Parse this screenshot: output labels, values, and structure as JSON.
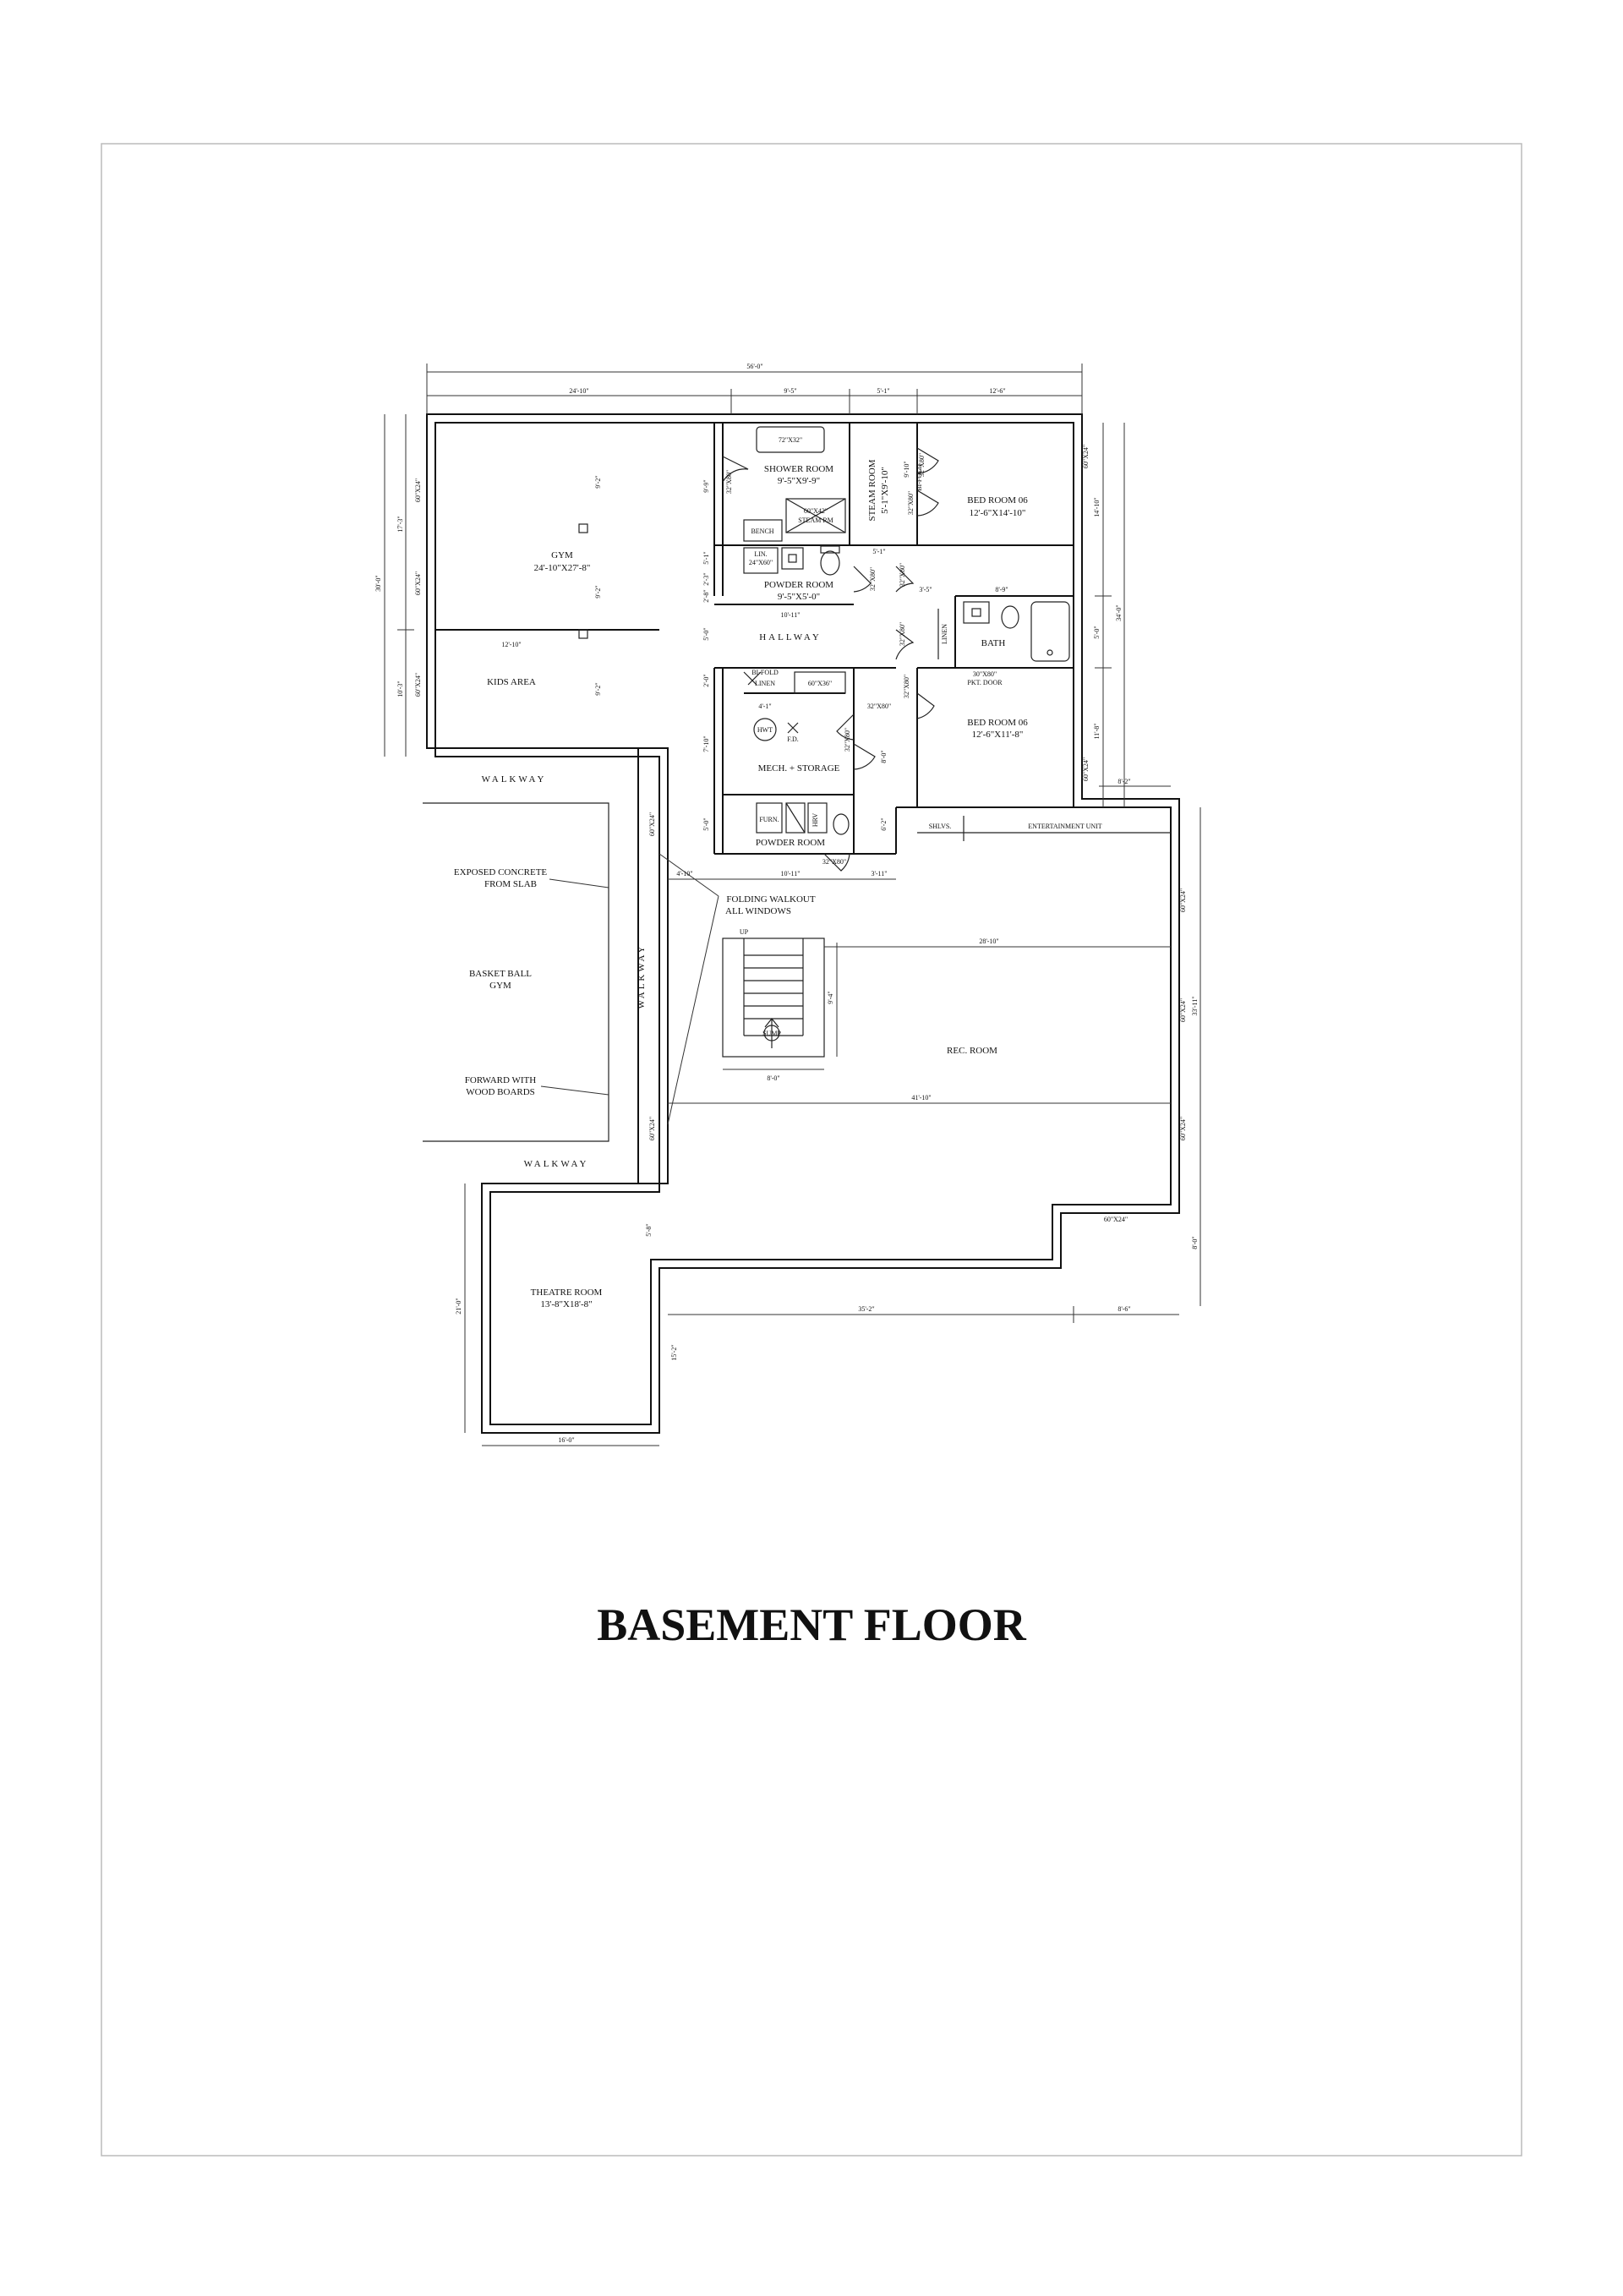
{
  "title": "BASEMENT FLOOR",
  "rooms": {
    "gym": {
      "name": "GYM",
      "size": "24'-10\"X27'-8\""
    },
    "kids_area": {
      "name": "KIDS AREA"
    },
    "shower_room": {
      "name": "SHOWER ROOM",
      "size": "9'-5\"X9'-9\""
    },
    "steam_room": {
      "name": "STEAM ROOM",
      "size": "5'-1\"X9'-10\""
    },
    "bed_room_top": {
      "name": "BED ROOM  06",
      "size": "12'-6\"X14'-10\""
    },
    "powder_room_top": {
      "name": "POWDER ROOM",
      "size": "9'-5\"X5'-0\""
    },
    "hallway": {
      "name": "HALLWAY"
    },
    "bath": {
      "name": "BATH"
    },
    "bed_room_bottom": {
      "name": "BED ROOM  06",
      "size": "12'-6\"X11'-8\""
    },
    "mech_storage": {
      "name": "MECH. + STORAGE"
    },
    "powder_room_bottom": {
      "name": "POWDER ROOM"
    },
    "rec_room": {
      "name": "REC. ROOM"
    },
    "theatre_room": {
      "name": "THEATRE ROOM",
      "size": "13'-8\"X18'-8\""
    },
    "basketball_gym": {
      "line1": "BASKET BALL",
      "line2": "GYM"
    }
  },
  "fixtures": {
    "shower_tub": "72\"X32\"",
    "steam_rm_line1": "60\"X42\"",
    "steam_rm_line2": "STEAM RM",
    "bench": "BENCH",
    "lin": "LIN.",
    "lin_size": "24\"X60\"",
    "bi_fold": "BI-FOLD",
    "linen": "LINEN",
    "linen_vertical": "LINEN",
    "cabinet": "60\"X36\"",
    "hwt": "HWT",
    "fd": "F.D.",
    "furn": "FURN.",
    "hrv": "HRV",
    "sump": "SUMP",
    "up": "UP",
    "shlvs": "SHLVS.",
    "entertainment_unit": "ENTERTAINMENT UNIT",
    "pkt_door_size": "30\"X80\"",
    "pkt_door": "PKT. DOOR"
  },
  "walkways": {
    "top": "WALKWAY",
    "side": "WALKWAY",
    "bottom": "WALKWAY"
  },
  "notes": {
    "exposed_line1": "EXPOSED CONCRETE",
    "exposed_line2": "FROM SLAB",
    "forward_line1": "FORWARD WITH",
    "forward_line2": "WOOD BOARDS",
    "folding_line1": "FOLDING WALKOUT",
    "folding_line2": "ALL WINDOWS"
  },
  "windows": {
    "w1": "60\"X24\"",
    "w2": "60\"X24\"",
    "w3": "60\"X24\"",
    "w4": "60\"X24\"",
    "w5": "60\"X24\"",
    "w6": "60\"X24\"",
    "w7": "60\"X24\"",
    "w8": "60\"X24\"",
    "w9": "60\"X24\"",
    "w10": "60\"X24\"",
    "w11": "60\"X24\""
  },
  "doors": {
    "d1": "32\"X80\"",
    "d2": "32\"X80\"",
    "d3": "32\"X80\"",
    "d4": "32\"X80\"",
    "d5": "32\"X80\"",
    "d6": "32\"X80\"",
    "d7": "32\"X80\"",
    "d8": "32\"X80\"",
    "d9": "32\"X80\"",
    "d10": "32\"X80\"",
    "bi_fold": "BI-FOLD"
  },
  "dimensions": {
    "overall_width": "56'-0\"",
    "top_gym": "24'-10\"",
    "top_shower": "9'-5\"",
    "top_steam": "5'-1\"",
    "top_bed": "12'-6\"",
    "left_gym": "17'-3\"",
    "left_overall": "30'-0\"",
    "left_kids": "10'-3\"",
    "kids_width": "12'-10\"",
    "gym_a": "9'-2\"",
    "gym_b": "9'-2\"",
    "gym_c": "9'-2\"",
    "shower_h": "9'-9\"",
    "powder_a": "5'-1\"",
    "powder_b": "2'-3\"",
    "powder_c": "2'-8\"",
    "hall_width": "10'-11\"",
    "hall_h": "5'-0\"",
    "linen_h": "2'-0\"",
    "mech_a": "4'-1\"",
    "mech_b": "7'-10\"",
    "mech_c": "5'-0\"",
    "mid_a": "5'-1\"",
    "mid_b": "3'-5\"",
    "mid_c": "8'-9\"",
    "bed_top_h": "9'-10\"",
    "right_bed": "14'-10\"",
    "right_overall": "34'-0\"",
    "right_bath": "5'-0\"",
    "right_bed2": "11'-8\"",
    "stair_h": "8'-0\"",
    "stair_b": "6'-2\"",
    "entertain_w": "8'-2\"",
    "hall_b": "4'-10\"",
    "hall_c": "10'-11\"",
    "hall_d": "3'-11\"",
    "rec_width": "28'-10\"",
    "rec_overall": "41'-10\"",
    "stair_w": "8'-0\"",
    "stair_run": "9'-4\"",
    "right_rec": "33'-11\"",
    "right_low": "8'-0\"",
    "theatre_h": "21'-0\"",
    "theatre_side": "5'-8\"",
    "theatre_low": "15'-2\"",
    "theatre_w": "16'-0\"",
    "bottom_a": "35'-2\"",
    "bottom_b": "8'-6\""
  }
}
